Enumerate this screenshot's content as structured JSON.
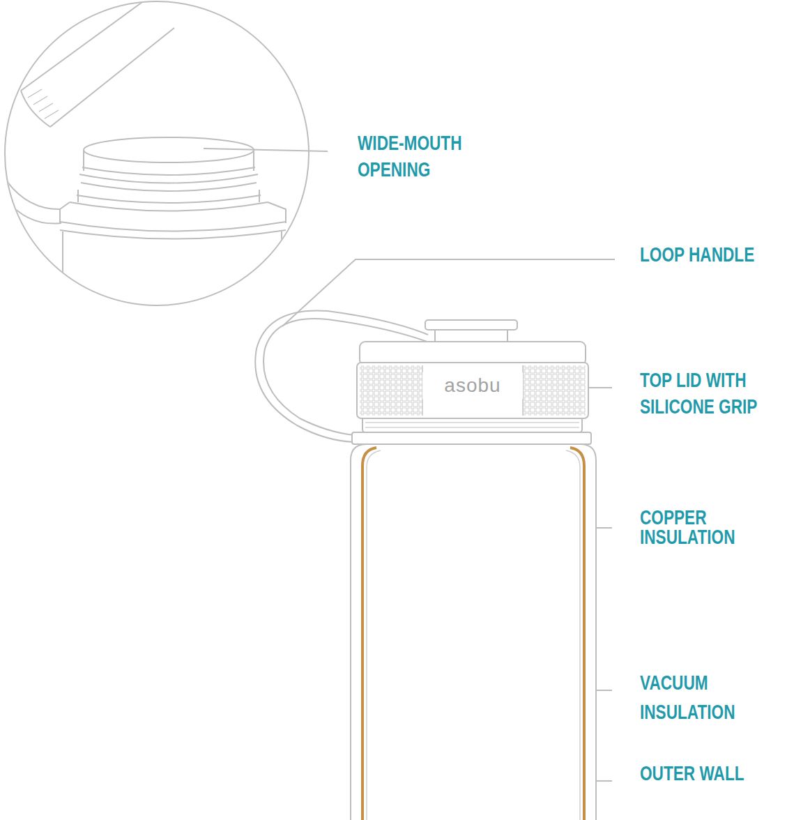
{
  "diagram": {
    "labels": [
      "WIDE-MOUTH OPENING",
      "LOOP HANDLE",
      "asobu",
      "TOP LID WITH SILICONE GRIP",
      "COPPER INSULATION",
      "VACUUM INSULATION",
      "OUTER WALL"
    ]
  }
}
